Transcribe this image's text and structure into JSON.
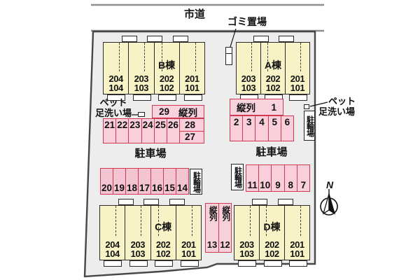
{
  "road": {
    "label": "市道"
  },
  "garbage_area": {
    "label": "ゴミ置場"
  },
  "pet_wash": {
    "line1": "ペット",
    "line2": "足洗い場"
  },
  "compass": {
    "north_label": "N"
  },
  "buildings": {
    "a": {
      "name": "A棟",
      "units": [
        {
          "u": "203",
          "l": "103"
        },
        {
          "u": "202",
          "l": "102"
        },
        {
          "u": "201",
          "l": "101"
        }
      ]
    },
    "b": {
      "name": "B棟",
      "units": [
        {
          "u": "204",
          "l": "104"
        },
        {
          "u": "203",
          "l": "103"
        },
        {
          "u": "202",
          "l": "102"
        },
        {
          "u": "201",
          "l": "101"
        }
      ]
    },
    "c": {
      "name": "C棟",
      "units": [
        {
          "u": "204",
          "l": "104"
        },
        {
          "u": "203",
          "l": "103"
        },
        {
          "u": "202",
          "l": "102"
        },
        {
          "u": "201",
          "l": "101"
        }
      ]
    },
    "d": {
      "name": "D棟",
      "units": [
        {
          "u": "203",
          "l": "103"
        },
        {
          "u": "202",
          "l": "102"
        },
        {
          "u": "201",
          "l": "101"
        }
      ]
    }
  },
  "parking": {
    "lot_label": "駐車場",
    "bike_label": "駐輪場",
    "strip29": {
      "num": "29",
      "label": "縦列"
    },
    "row21_26": [
      "21",
      "22",
      "23",
      "24",
      "25",
      "26"
    ],
    "col28_27": [
      "28",
      "27"
    ],
    "strip1": {
      "label": "縦列",
      "num": "1"
    },
    "row2_6": [
      "2",
      "3",
      "4",
      "5",
      "6"
    ],
    "row20_14": [
      "20",
      "19",
      "18",
      "17",
      "16",
      "15",
      "14"
    ],
    "row11_7": [
      "11",
      "10",
      "9",
      "8",
      "7"
    ],
    "tandem13": {
      "label": "縦列",
      "num": "13"
    },
    "tandem12": {
      "label": "縦列",
      "num": "12"
    }
  },
  "colors": {
    "site_fill": "#ededed",
    "building_fill": "#f8f3c6",
    "stall_fill": "#f8cfda",
    "stall_border": "#d03a50"
  }
}
